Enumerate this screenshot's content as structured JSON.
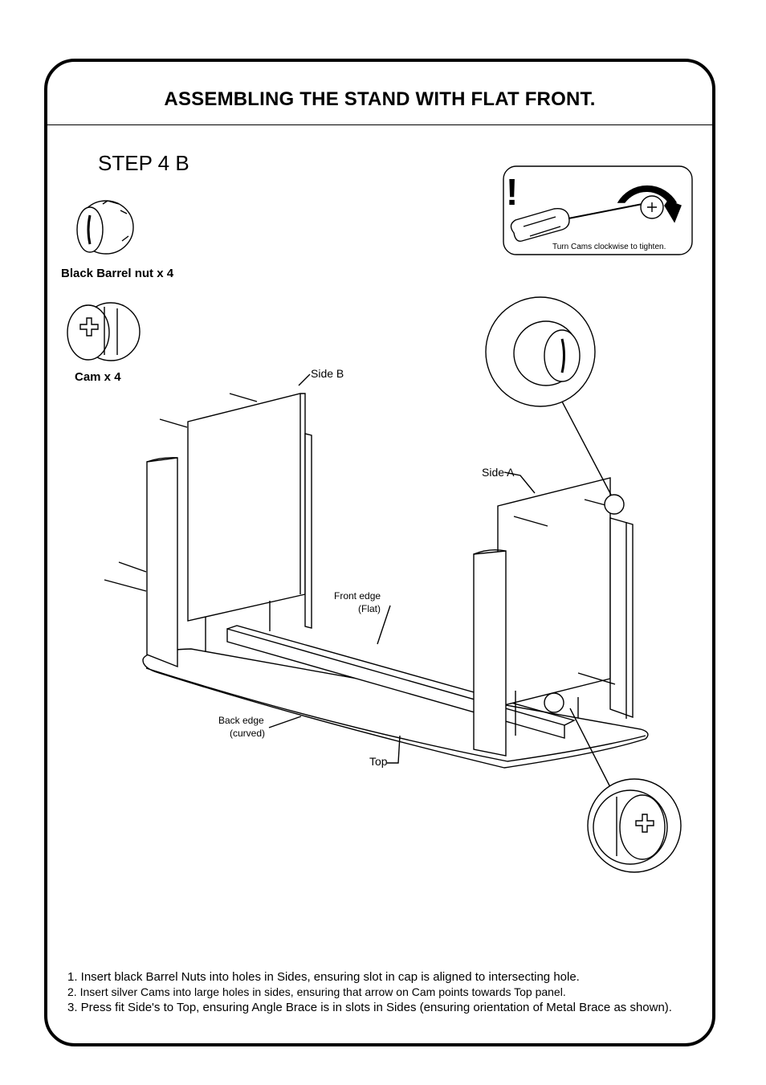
{
  "header": {
    "title": "ASSEMBLING THE STAND WITH FLAT FRONT."
  },
  "step": {
    "label": "STEP 4 B"
  },
  "parts": {
    "barrel_nut": "Black Barrel nut x  4",
    "cam": "Cam x  4"
  },
  "tip": {
    "mark": "!",
    "text": "Turn Cams clockwise to tighten."
  },
  "diagram_labels": {
    "side_b": "Side B",
    "side_a": "Side A",
    "front_edge": [
      "Front edge",
      "(Flat)"
    ],
    "back_edge": [
      "Back edge",
      "(curved)"
    ],
    "top": "Top"
  },
  "instructions": [
    "1. Insert black Barrel Nuts into holes in Sides, ensuring slot in cap is aligned to intersecting hole.",
    "2. Insert silver Cams into large holes in sides, ensuring that arrow on Cam points towards Top panel.",
    "3. Press fit Side's to Top, ensuring Angle Brace is in slots in Sides (ensuring orientation of Metal Brace as shown)."
  ]
}
